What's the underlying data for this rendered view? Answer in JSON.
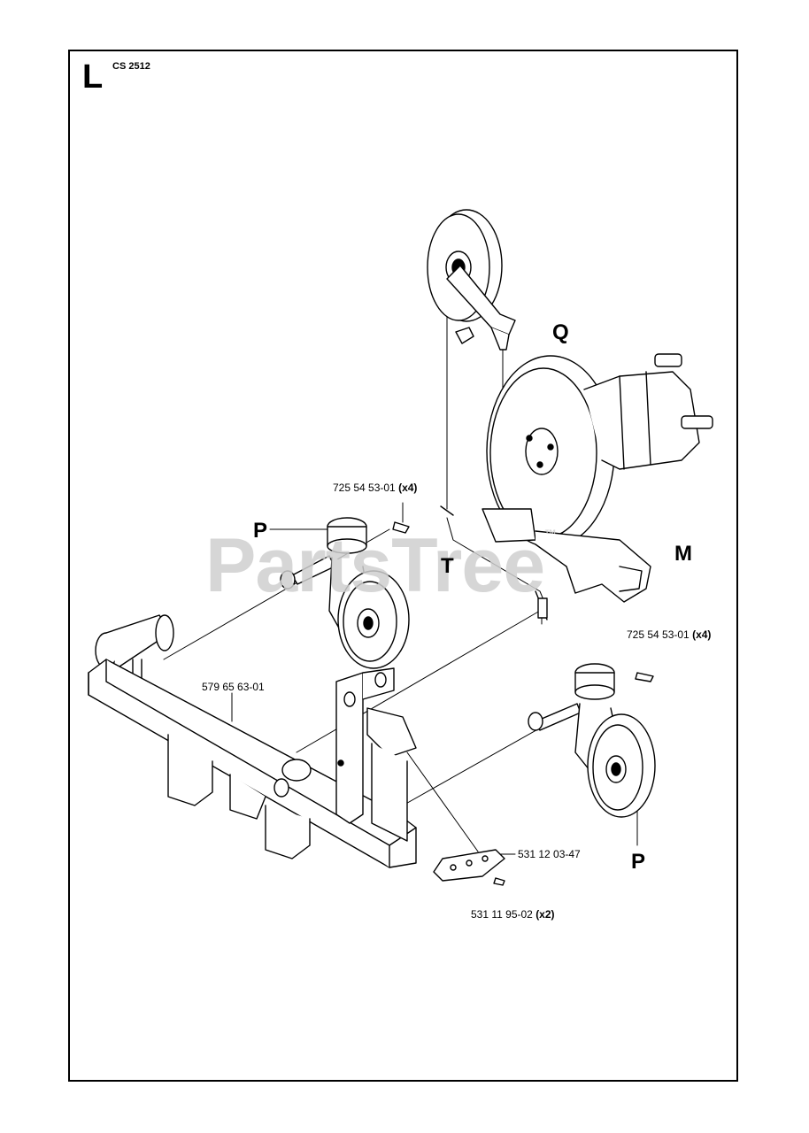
{
  "header": {
    "section": "L",
    "model": "CS 2512"
  },
  "watermark": {
    "text": "PartsTree",
    "trademark": "™"
  },
  "callouts": {
    "p_left": "P",
    "p_right": "P",
    "q": "Q",
    "t": "T",
    "m": "M"
  },
  "parts": {
    "bolt_upper": {
      "number": "725 54 53-01",
      "qty": "(x4)"
    },
    "bolt_right": {
      "number": "725 54 53-01",
      "qty": "(x4)"
    },
    "frame": {
      "number": "579 65 63-01"
    },
    "plate": {
      "number": "531 12 03-47"
    },
    "screw": {
      "number": "531 11 95-02",
      "qty": "(x2)"
    }
  }
}
